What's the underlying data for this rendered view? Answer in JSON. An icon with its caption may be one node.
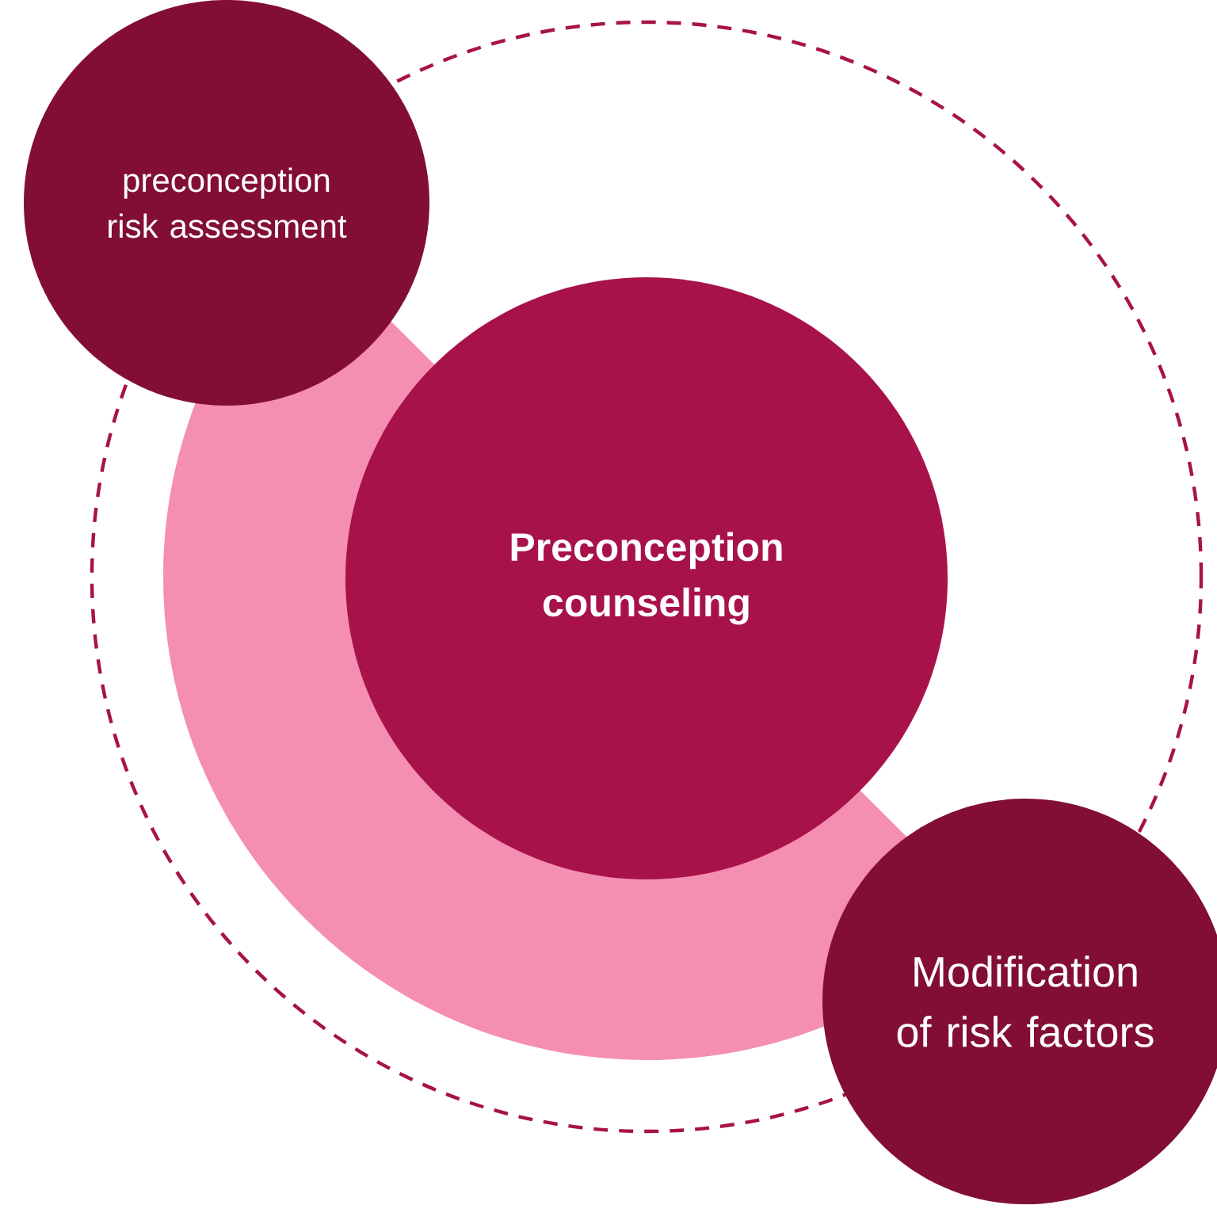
{
  "diagram": {
    "nodes": [
      {
        "text": [
          "Preconception counseling"
        ]
      },
      {
        "text": [
          "preconception risk assessment"
        ]
      },
      {
        "text": [
          "Modification of risk factors"
        ]
      }
    ]
  }
}
